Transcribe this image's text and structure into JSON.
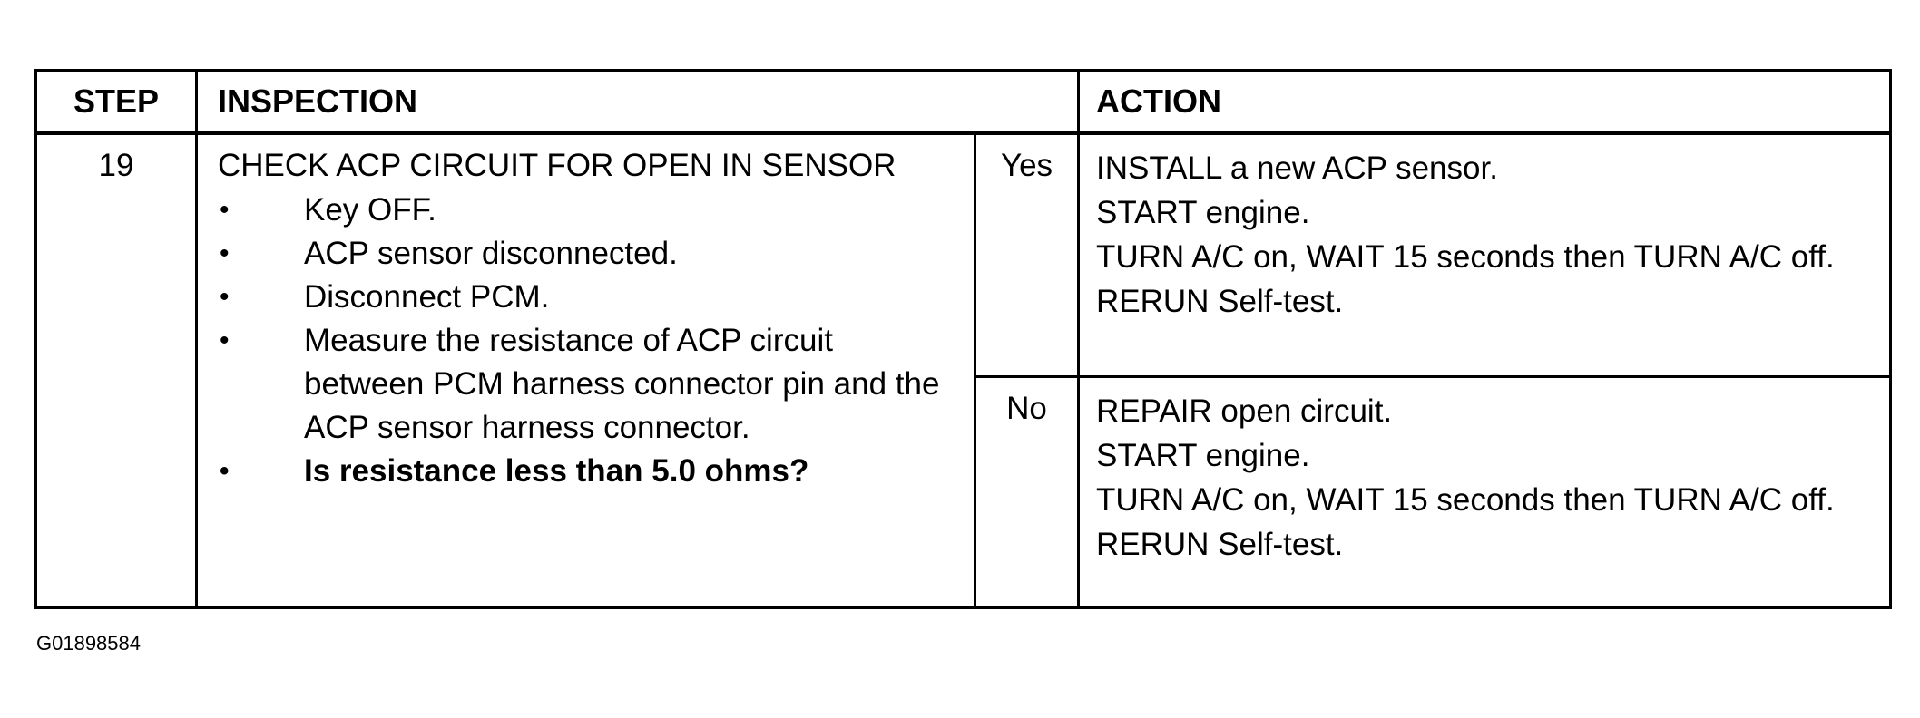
{
  "table": {
    "headers": {
      "step": "STEP",
      "inspection": "INSPECTION",
      "action": "ACTION"
    },
    "row": {
      "step": "19",
      "inspection_title": "CHECK ACP CIRCUIT FOR OPEN IN SENSOR",
      "bullets": [
        "Key OFF.",
        "ACP sensor disconnected.",
        "Disconnect PCM.",
        "Measure the resistance of ACP circuit between PCM harness connector pin and the ACP sensor harness connector.",
        "Is resistance less than 5.0 ohms?"
      ],
      "yes_label": "Yes",
      "yes_actions": [
        "INSTALL a new ACP sensor.",
        "START engine.",
        "TURN A/C on, WAIT 15 seconds then TURN A/C off.",
        "RERUN Self-test."
      ],
      "no_label": "No",
      "no_actions": [
        "REPAIR open circuit.",
        "START engine.",
        "TURN A/C on, WAIT 15 seconds then TURN A/C off.",
        "RERUN Self-test."
      ]
    }
  },
  "figure_id": "G01898584"
}
